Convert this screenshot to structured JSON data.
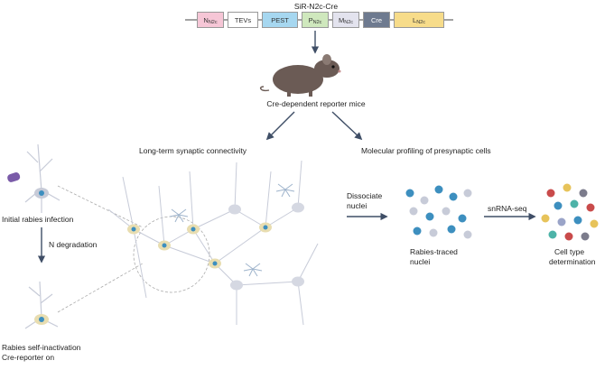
{
  "construct": {
    "title": "SiR-N2c-Cre",
    "elements": [
      {
        "main": "N",
        "sub": "N2c",
        "color": "#f6c6d6"
      },
      {
        "main": "TEVs",
        "sub": "",
        "color": "#ffffff"
      },
      {
        "main": "PEST",
        "sub": "",
        "color": "#a6d7f0"
      },
      {
        "main": "P",
        "sub": "N2c",
        "color": "#cfe8bd"
      },
      {
        "main": "M",
        "sub": "N2c",
        "color": "#e3e3ee"
      },
      {
        "main": "Cre",
        "sub": "",
        "color": "#6e7a8f"
      },
      {
        "main": "L",
        "sub": "N2c",
        "color": "#f7dc8a"
      }
    ]
  },
  "labels": {
    "mice": "Cre-dependent reporter mice",
    "connectivity": "Long-term synaptic connectivity",
    "profiling": "Molecular profiling of presynaptic cells",
    "initial": "Initial rabies infection",
    "degradation": "N degradation",
    "inactivation_1": "Rabies self-inactivation",
    "inactivation_2": "Cre-reporter on",
    "dissociate_1": "Dissociate",
    "dissociate_2": "nuclei",
    "traced_1": "Rabies-traced",
    "traced_2": "nuclei",
    "snrna": "snRNA-seq",
    "celltype_1": "Cell type",
    "celltype_2": "determination"
  },
  "colors": {
    "arrow": "#3f4e66",
    "neuron": "#c7cbd8",
    "neuron_infected": "#e8ddb0",
    "nucleus": "#3d8fbf",
    "astrocyte": "#9fb4cc",
    "virus": "#7a5ba8",
    "mouse": "#6b5b55"
  }
}
